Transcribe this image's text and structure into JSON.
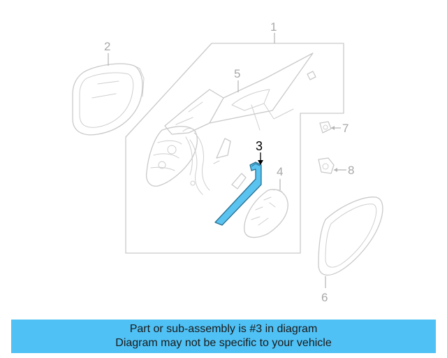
{
  "diagram": {
    "callouts": {
      "c1": "1",
      "c2": "2",
      "c3": "3",
      "c4": "4",
      "c5": "5",
      "c6": "6",
      "c7": "7",
      "c8": "8"
    },
    "highlight_color": "#5bc3f0",
    "ghost_color": "#c9c9c9"
  },
  "caption": {
    "line1": "Part or sub-assembly is #3 in diagram",
    "line2": "Diagram may not be specific to your vehicle",
    "background": "#4fc1f5"
  }
}
